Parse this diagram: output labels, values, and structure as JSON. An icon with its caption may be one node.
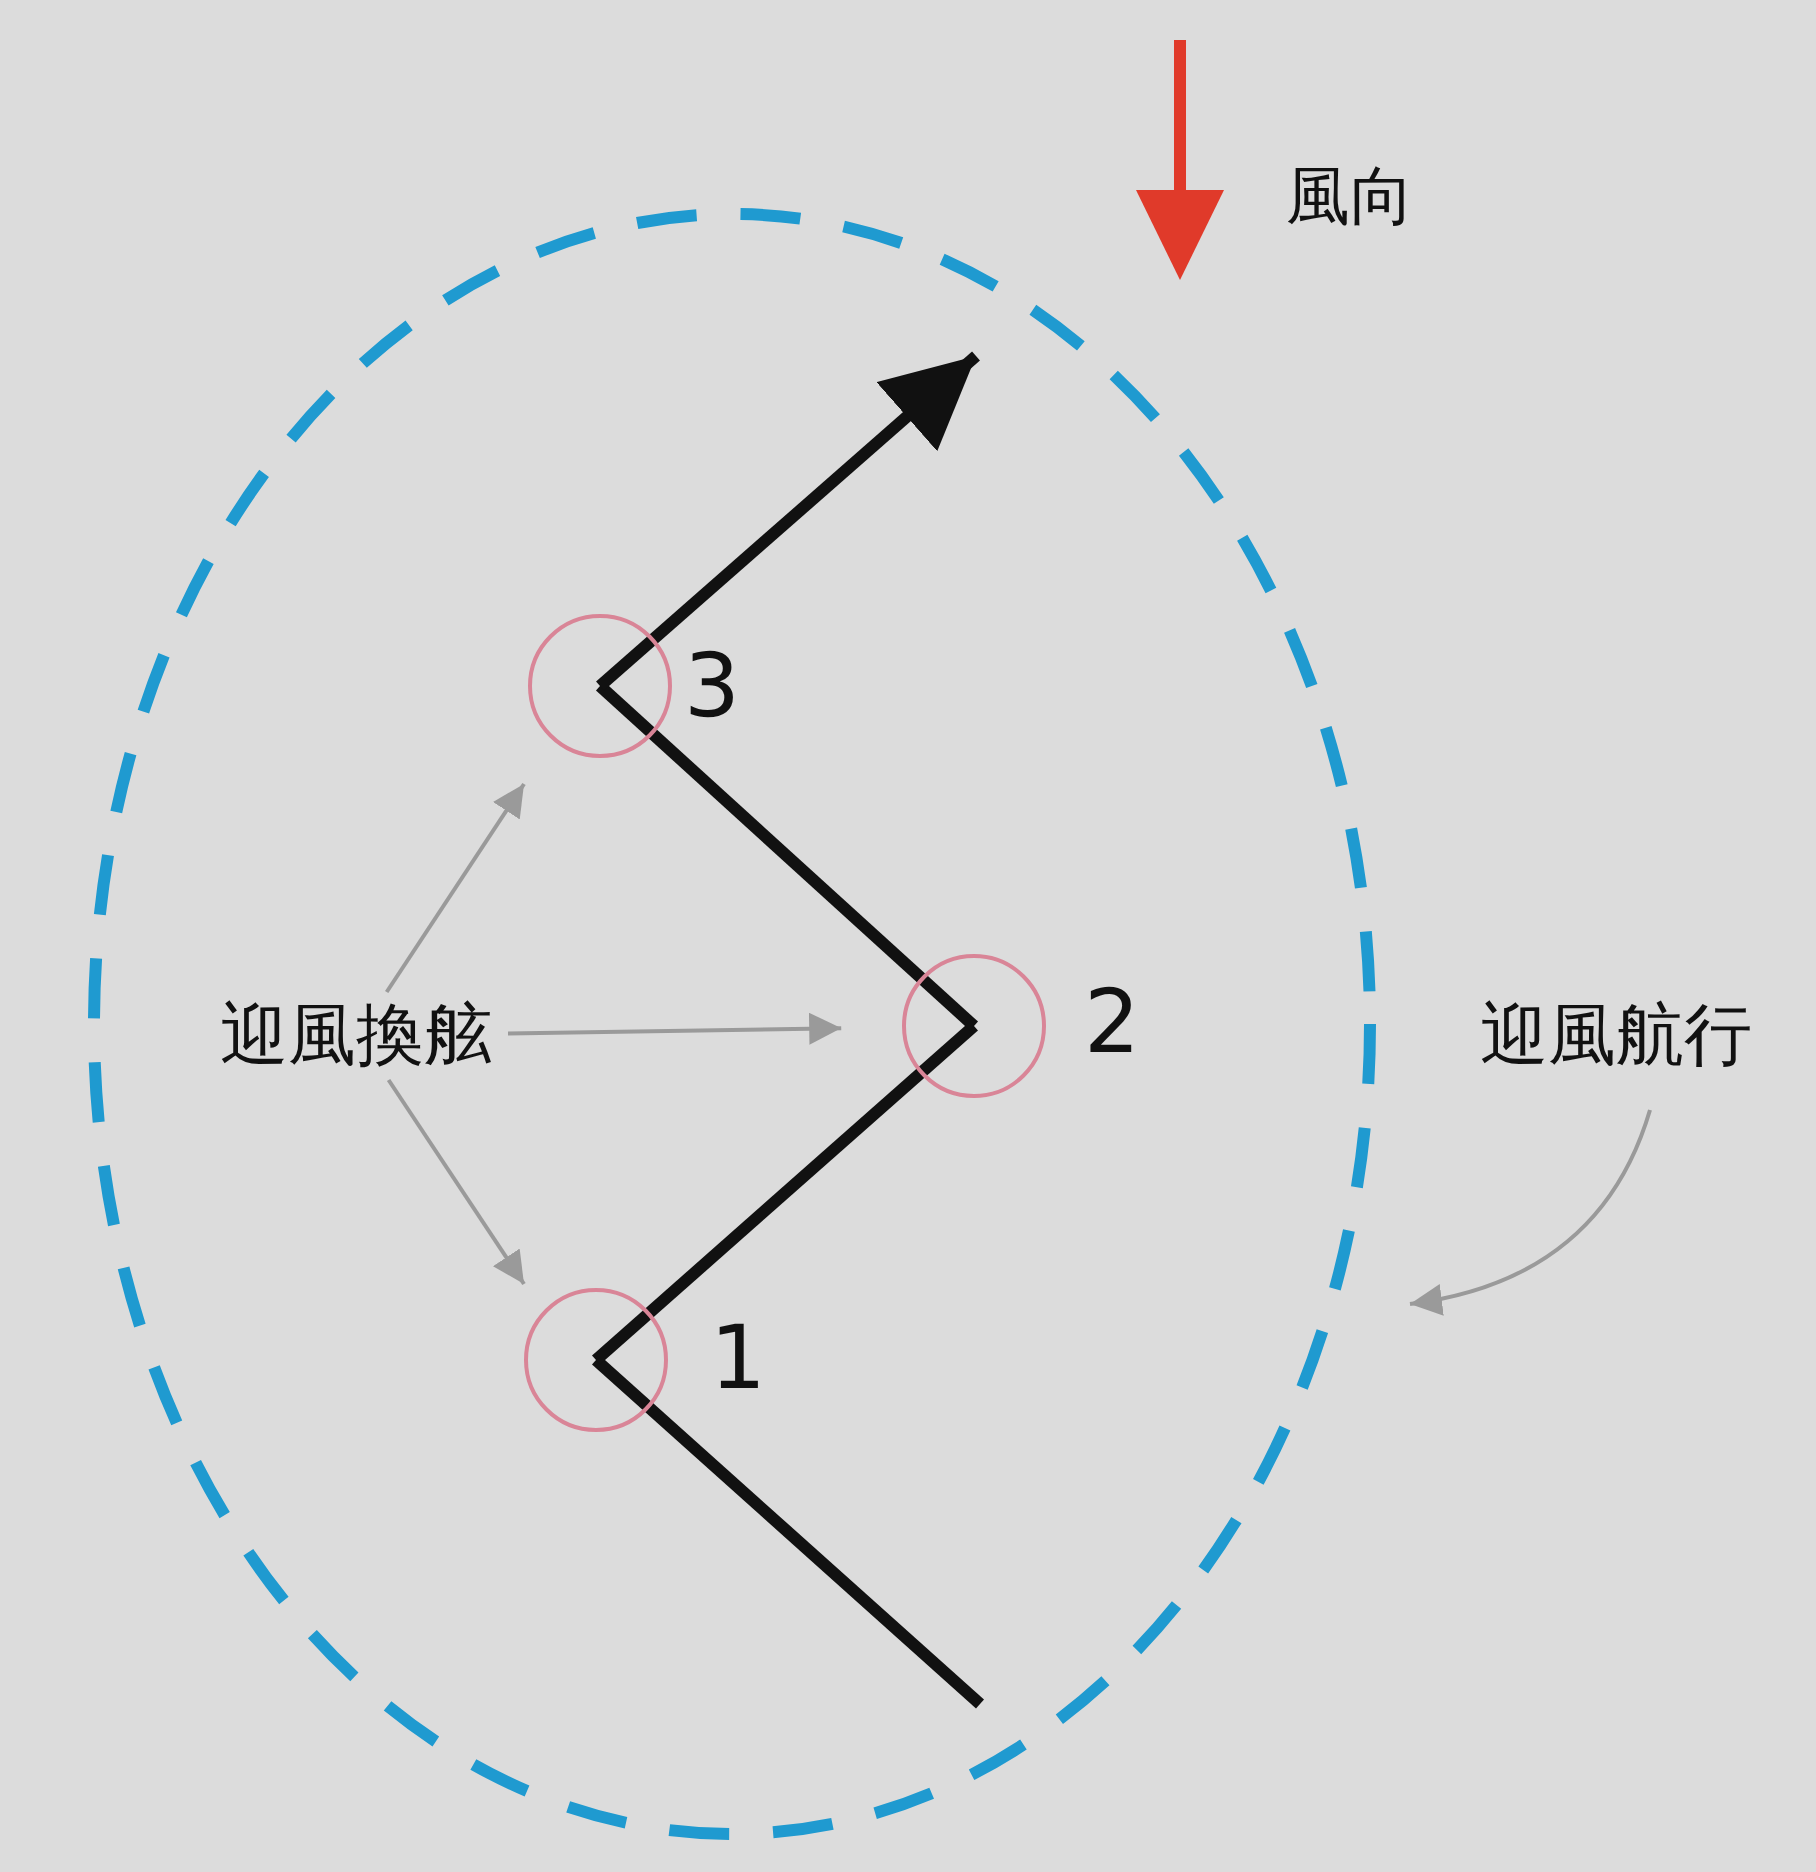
{
  "diagram": {
    "nodes": [
      {
        "text": [
          "風向"
        ]
      },
      {
        "text": [],
        "shape": "circle"
      },
      {
        "text": [],
        "shape": "circle",
        "in": 1,
        "beside": [
          "3"
        ]
      },
      {
        "text": [
          "迎風換舷"
        ],
        "in": 1
      },
      {
        "text": [],
        "shape": "circle",
        "in": 1,
        "beside": [
          "2"
        ]
      },
      {
        "text": [
          "迎風航行"
        ]
      },
      {
        "text": [],
        "shape": "circle",
        "in": 1,
        "beside": [
          "1"
        ]
      }
    ],
    "edges": [
      {
        "from": null,
        "to": 6,
        "arrow": "none",
        "style": "thick",
        "color": "#111111"
      },
      {
        "from": 6,
        "to": 4,
        "arrow": "none",
        "style": "thick",
        "color": "#111111"
      },
      {
        "from": 4,
        "to": 2,
        "arrow": "none",
        "style": "thick",
        "color": "#111111"
      },
      {
        "from": 2,
        "to": null,
        "arrow": "to",
        "style": "thick",
        "color": "#111111"
      },
      {
        "from": 3,
        "to": 2,
        "arrow": "to",
        "color": "#9a9a9a"
      },
      {
        "from": 3,
        "to": 4,
        "arrow": "to",
        "color": "#9a9a9a"
      },
      {
        "from": 3,
        "to": 6,
        "arrow": "to",
        "color": "#9a9a9a"
      },
      {
        "from": 5,
        "to": 1,
        "arrow": "to",
        "color": "#9a9a9a"
      }
    ]
  }
}
